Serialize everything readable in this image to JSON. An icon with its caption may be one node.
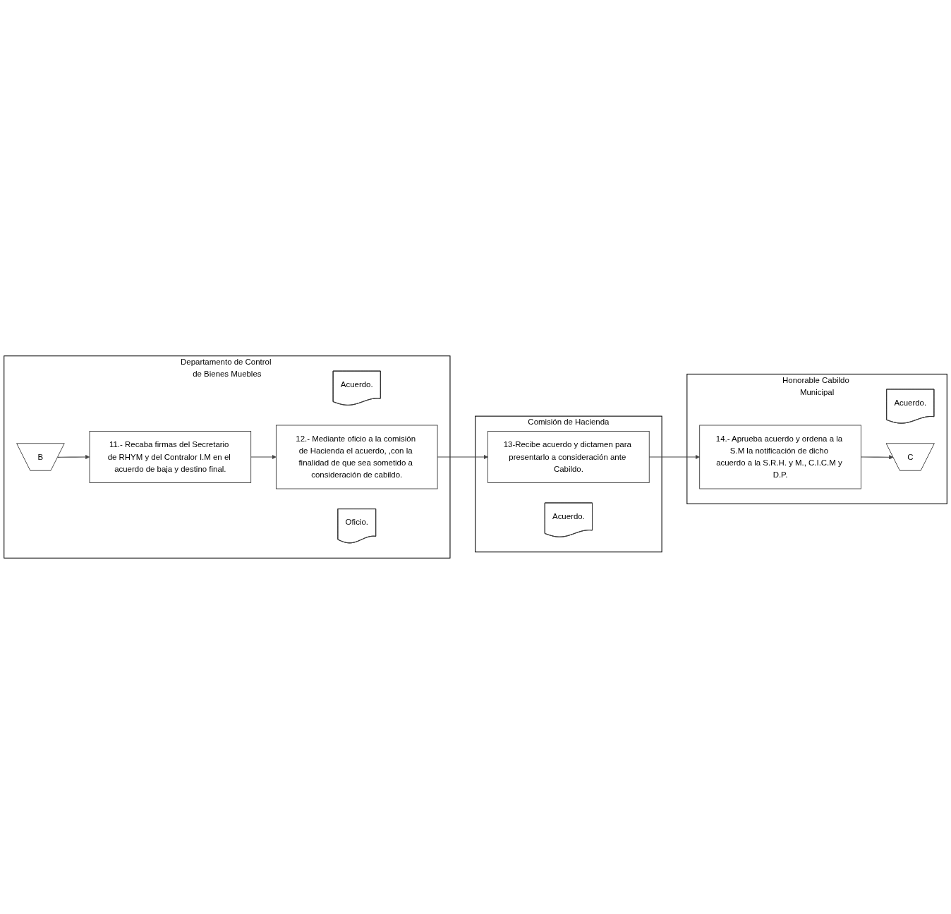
{
  "diagram": {
    "nodes": [
      {
        "text": [
          "Departamento de Control de Bienes Muebles"
        ]
      },
      {
        "text": [
          "B"
        ],
        "in": 0
      },
      {
        "text": [
          "11.- Recaba firmas del Secretario de RHYM y del Contralor I.M en el acuerdo de baja y destino final."
        ],
        "in": 0
      },
      {
        "text": [
          "Acuerdo."
        ],
        "in": 0
      },
      {
        "text": [
          "12.- Mediante oficio a la comisión de Hacienda el acuerdo, ,con la finalidad de que sea sometido a consideración de cabildo."
        ],
        "in": 0
      },
      {
        "text": [
          "Oficio."
        ],
        "in": 0
      },
      {
        "text": [
          "Comisión de Hacienda"
        ]
      },
      {
        "text": [
          "13-Recibe acuerdo y dictamen para presentarlo a consideración ante Cabildo."
        ],
        "in": 6
      },
      {
        "text": [
          "Acuerdo."
        ],
        "in": 6
      },
      {
        "text": [
          "Honorable Cabildo Municipal"
        ]
      },
      {
        "text": [
          "14.- Aprueba acuerdo y ordena a la S.M la notificación de dicho acuerdo a la S.R.H. y M., C.I.C.M y D.P."
        ],
        "in": 9
      },
      {
        "text": [
          "Acuerdo."
        ],
        "in": 9
      },
      {
        "text": [
          "C"
        ],
        "in": 9
      }
    ],
    "edges": [
      {
        "from": 1,
        "to": 2,
        "arrow": "to"
      },
      {
        "from": 2,
        "to": 4,
        "arrow": "to"
      },
      {
        "from": 4,
        "to": 7,
        "arrow": "to"
      },
      {
        "from": 7,
        "to": 10,
        "arrow": "to"
      },
      {
        "from": 10,
        "to": 12,
        "arrow": "to"
      }
    ]
  }
}
